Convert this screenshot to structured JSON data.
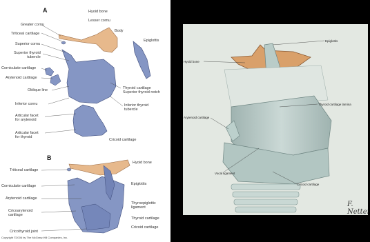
{
  "left_panel": {
    "section_a": "A",
    "section_b": "B",
    "labels_a": {
      "hyoid_bone": "Hyoid bone",
      "greater_cornu": "Greater cornu",
      "lesser_cornu": "Lesser cornu",
      "body": "Body",
      "triticeal_cartilage": "Triticeal cartilage",
      "epiglottis": "Epiglottis",
      "superior_cornu": "Superior cornu",
      "superior_thyroid_tubercle": "Superior thyroid\ntubercle",
      "corniculate_cartilage": "Corniculate cartilage",
      "arytenoid_cartilage": "Arytenoid cartilage",
      "oblique_line": "Oblique line",
      "thyroid_cartilage": "Thyroid cartilage",
      "superior_thyroid_notch": "Superior thyroid notch",
      "inferior_cornu": "Inferior cornu",
      "inferior_thyroid_tubercle": "Inferior thyroid\ntubercle",
      "articular_facet_arytenoid": "Articular facet\nfor arytenoid",
      "articular_facet_thyroid": "Articular facet\nfor thyroid",
      "cricoid_cartilage": "Cricoid cartilage"
    },
    "labels_b": {
      "triticeal_cartilage": "Triticeal cartilage",
      "hyoid_bone": "Hyoid bone",
      "corniculate_cartilage": "Corniculate cartilage",
      "epiglottis": "Epiglottis",
      "arytenoid_cartilage": "Arytenoid cartilage",
      "thyroepiglottic_ligament": "Thyroepiglottic\nligament",
      "cricoarytenoid_cartilage": "Cricoarytenoid\ncartilage",
      "thyroid_cartilage": "Thyroid cartilage",
      "cricoid_cartilage": "Cricoid cartilage",
      "cricothyroid_joint": "Cricothyroid joint"
    },
    "copyright": "Copyright ©2006 by The McGraw-Hill Companies, Inc."
  },
  "right_panel": {
    "labels": {
      "epiglottis": "Epiglottis",
      "hyoid_bone": "Hyoid bone",
      "thyroid_cartilage_lamina": "Thyroid cartilage lamina",
      "arytenoid_cartilage": "Arytenoid cartilage",
      "vocal_ligament": "Vocal ligament",
      "cricoid_cartilage": "Cricoid cartilage"
    },
    "signature": "F. Netter"
  },
  "colors": {
    "bone": "#e7b98c",
    "cartilage_blue": "#8596c4",
    "netter_cartilage": "#b6c8c6",
    "background": "#000000"
  }
}
